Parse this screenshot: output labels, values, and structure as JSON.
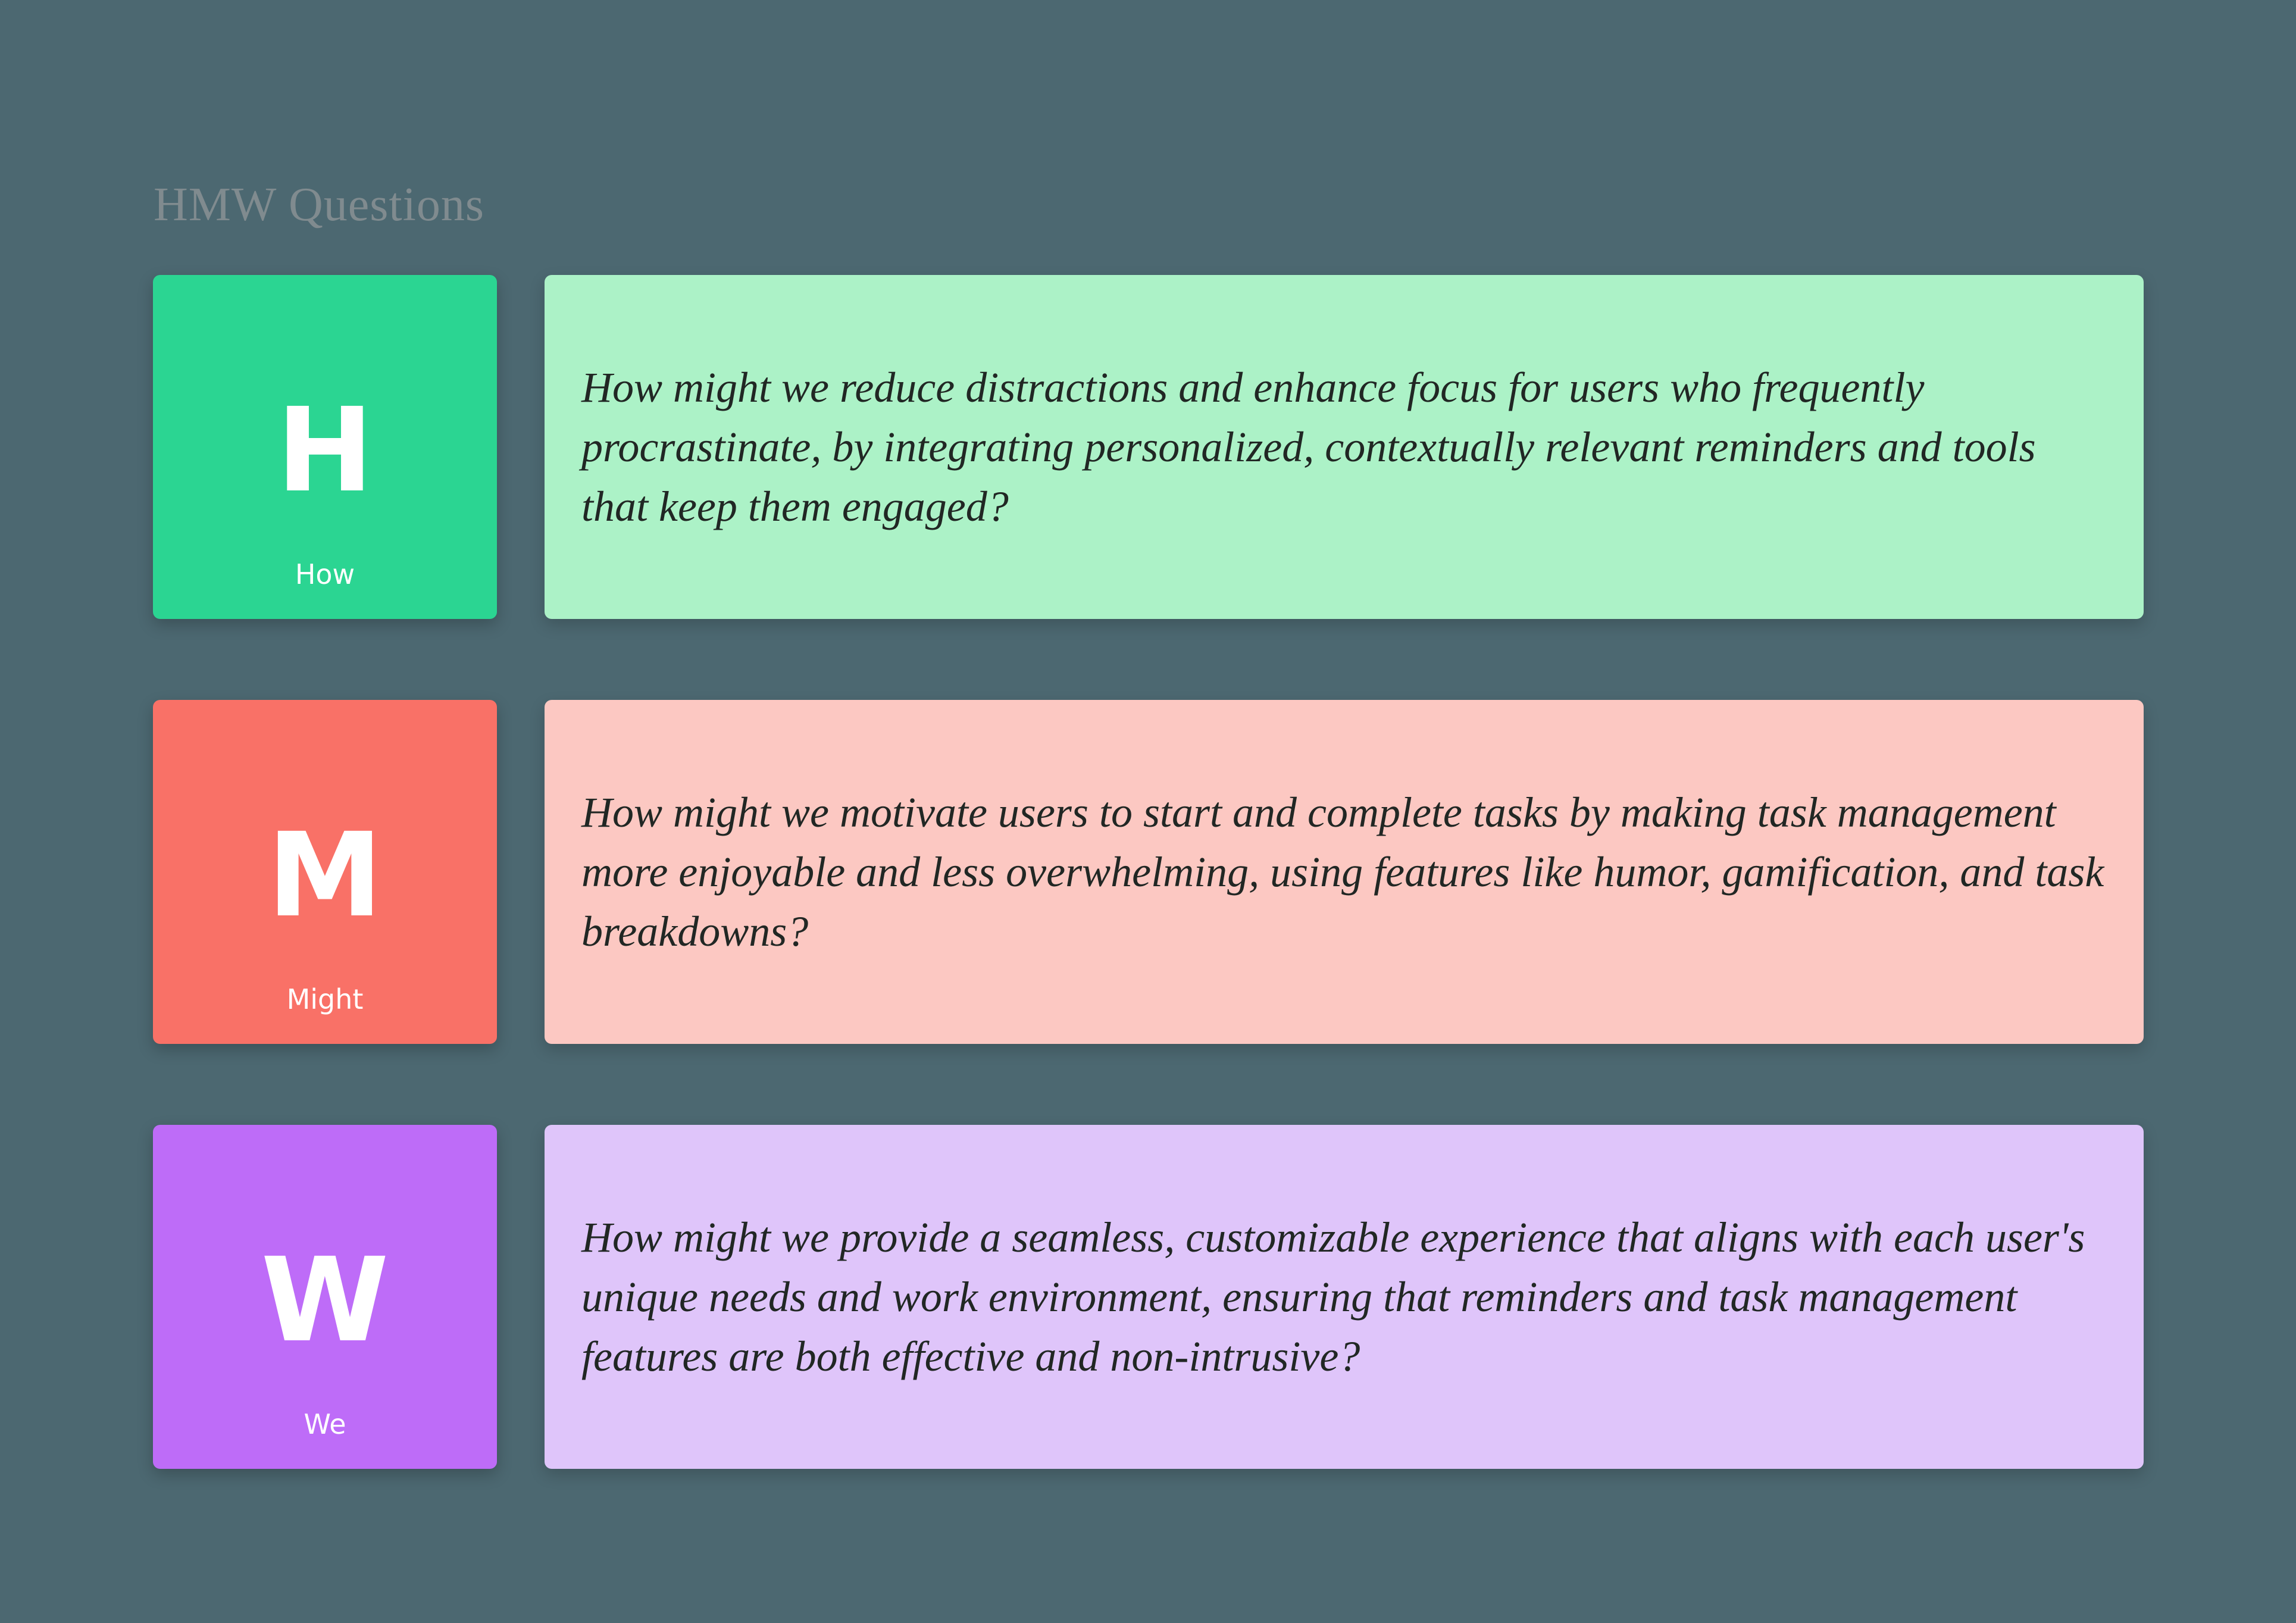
{
  "page": {
    "background": "#4C6871",
    "text_color": "#212724",
    "letter_color": "#FFFFFF"
  },
  "header": {
    "title": "HMW Questions",
    "title_color": "#808B8F"
  },
  "rows": [
    {
      "letter": "H",
      "label": "How",
      "square_color": "#2BD592",
      "box_color": "#ACF2C7",
      "question": "How might we reduce distractions and enhance focus for users who frequently procrastinate, by integrating personalized, contextually relevant reminders and tools that keep them engaged?"
    },
    {
      "letter": "M",
      "label": "Might",
      "square_color": "#F97167",
      "box_color": "#FCC8C2",
      "question": "How might we motivate users to start and complete tasks by making task management more enjoyable and less overwhelming, using features like humor, gamification, and task breakdowns?"
    },
    {
      "letter": "W",
      "label": "We",
      "square_color": "#BE6CF8",
      "box_color": "#DFC5FA",
      "question": "How might we provide a seamless, customizable experience that aligns with each user's unique needs and work environment, ensuring that reminders and task management features are both effective and non-intrusive?"
    }
  ]
}
